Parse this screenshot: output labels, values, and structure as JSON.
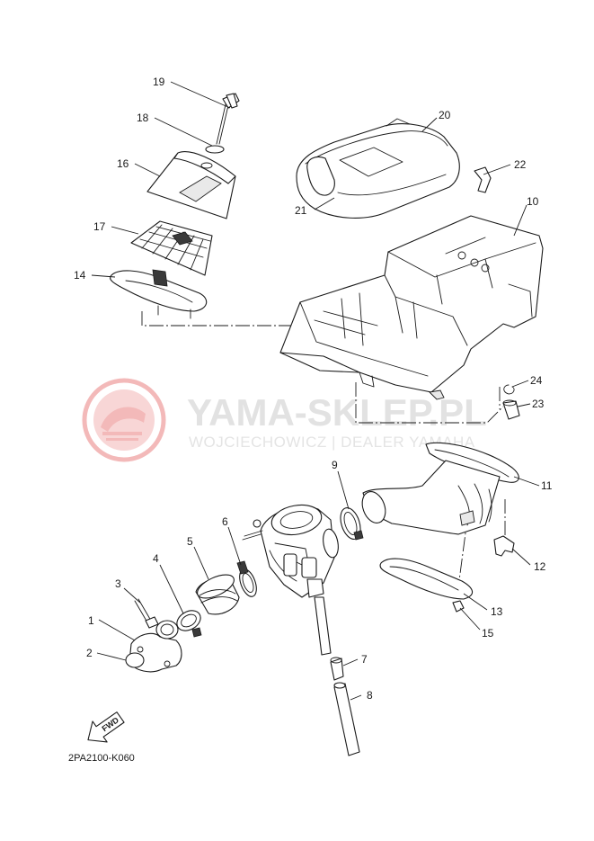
{
  "watermark": {
    "brand": "YAMA-SKLEP.PL",
    "tagline": "WOJCIECHOWICZ | DEALER YAMAHA",
    "logo_color": "#f3b9b9"
  },
  "diagram_code": "2PA2100-K060",
  "fwd_label": "FWD",
  "callouts": [
    {
      "num": "1"
    },
    {
      "num": "2"
    },
    {
      "num": "3"
    },
    {
      "num": "4"
    },
    {
      "num": "5"
    },
    {
      "num": "6"
    },
    {
      "num": "7"
    },
    {
      "num": "8"
    },
    {
      "num": "9"
    },
    {
      "num": "10"
    },
    {
      "num": "11"
    },
    {
      "num": "12"
    },
    {
      "num": "13"
    },
    {
      "num": "14"
    },
    {
      "num": "15"
    },
    {
      "num": "16"
    },
    {
      "num": "17"
    },
    {
      "num": "18"
    },
    {
      "num": "19"
    },
    {
      "num": "20"
    },
    {
      "num": "21"
    },
    {
      "num": "22"
    },
    {
      "num": "23"
    },
    {
      "num": "24"
    }
  ]
}
